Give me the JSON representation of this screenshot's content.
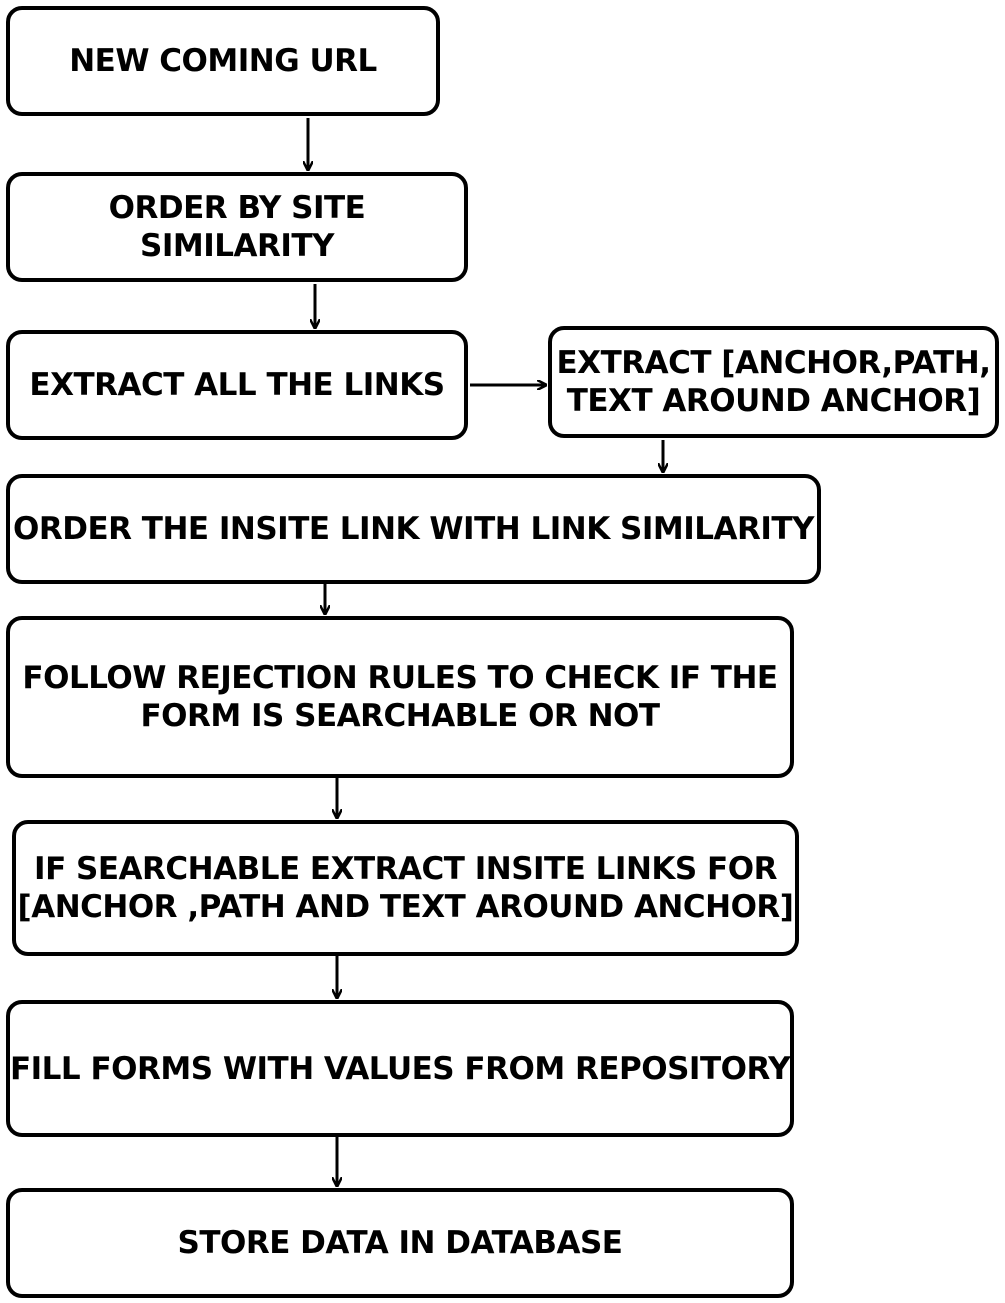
{
  "nodes": {
    "new_url": {
      "lines": [
        "NEW COMING URL"
      ]
    },
    "order_site": {
      "lines": [
        "ORDER BY SITE",
        "SIMILARITY"
      ]
    },
    "extract_links": {
      "lines": [
        "EXTRACT ALL THE LINKS"
      ]
    },
    "extract_anchor": {
      "lines": [
        "EXTRACT [ANCHOR,PATH,",
        "TEXT AROUND ANCHOR]"
      ]
    },
    "order_insite": {
      "lines": [
        "ORDER THE INSITE LINK WITH LINK SIMILARITY"
      ]
    },
    "rejection": {
      "lines": [
        "FOLLOW REJECTION RULES TO CHECK IF THE",
        "FORM IS SEARCHABLE OR NOT"
      ]
    },
    "searchable": {
      "lines": [
        "IF SEARCHABLE EXTRACT INSITE LINKS FOR",
        "[ANCHOR ,PATH AND TEXT AROUND ANCHOR]"
      ]
    },
    "fill_forms": {
      "lines": [
        "FILL FORMS WITH VALUES FROM REPOSITORY"
      ]
    },
    "store": {
      "lines": [
        "STORE DATA IN DATABASE"
      ]
    }
  },
  "edges": [
    {
      "from": "new_url",
      "to": "order_site"
    },
    {
      "from": "order_site",
      "to": "extract_links"
    },
    {
      "from": "extract_links",
      "to": "extract_anchor"
    },
    {
      "from": "extract_anchor",
      "to": "order_insite"
    },
    {
      "from": "order_insite",
      "to": "rejection"
    },
    {
      "from": "rejection",
      "to": "searchable"
    },
    {
      "from": "searchable",
      "to": "fill_forms"
    },
    {
      "from": "fill_forms",
      "to": "store"
    }
  ]
}
